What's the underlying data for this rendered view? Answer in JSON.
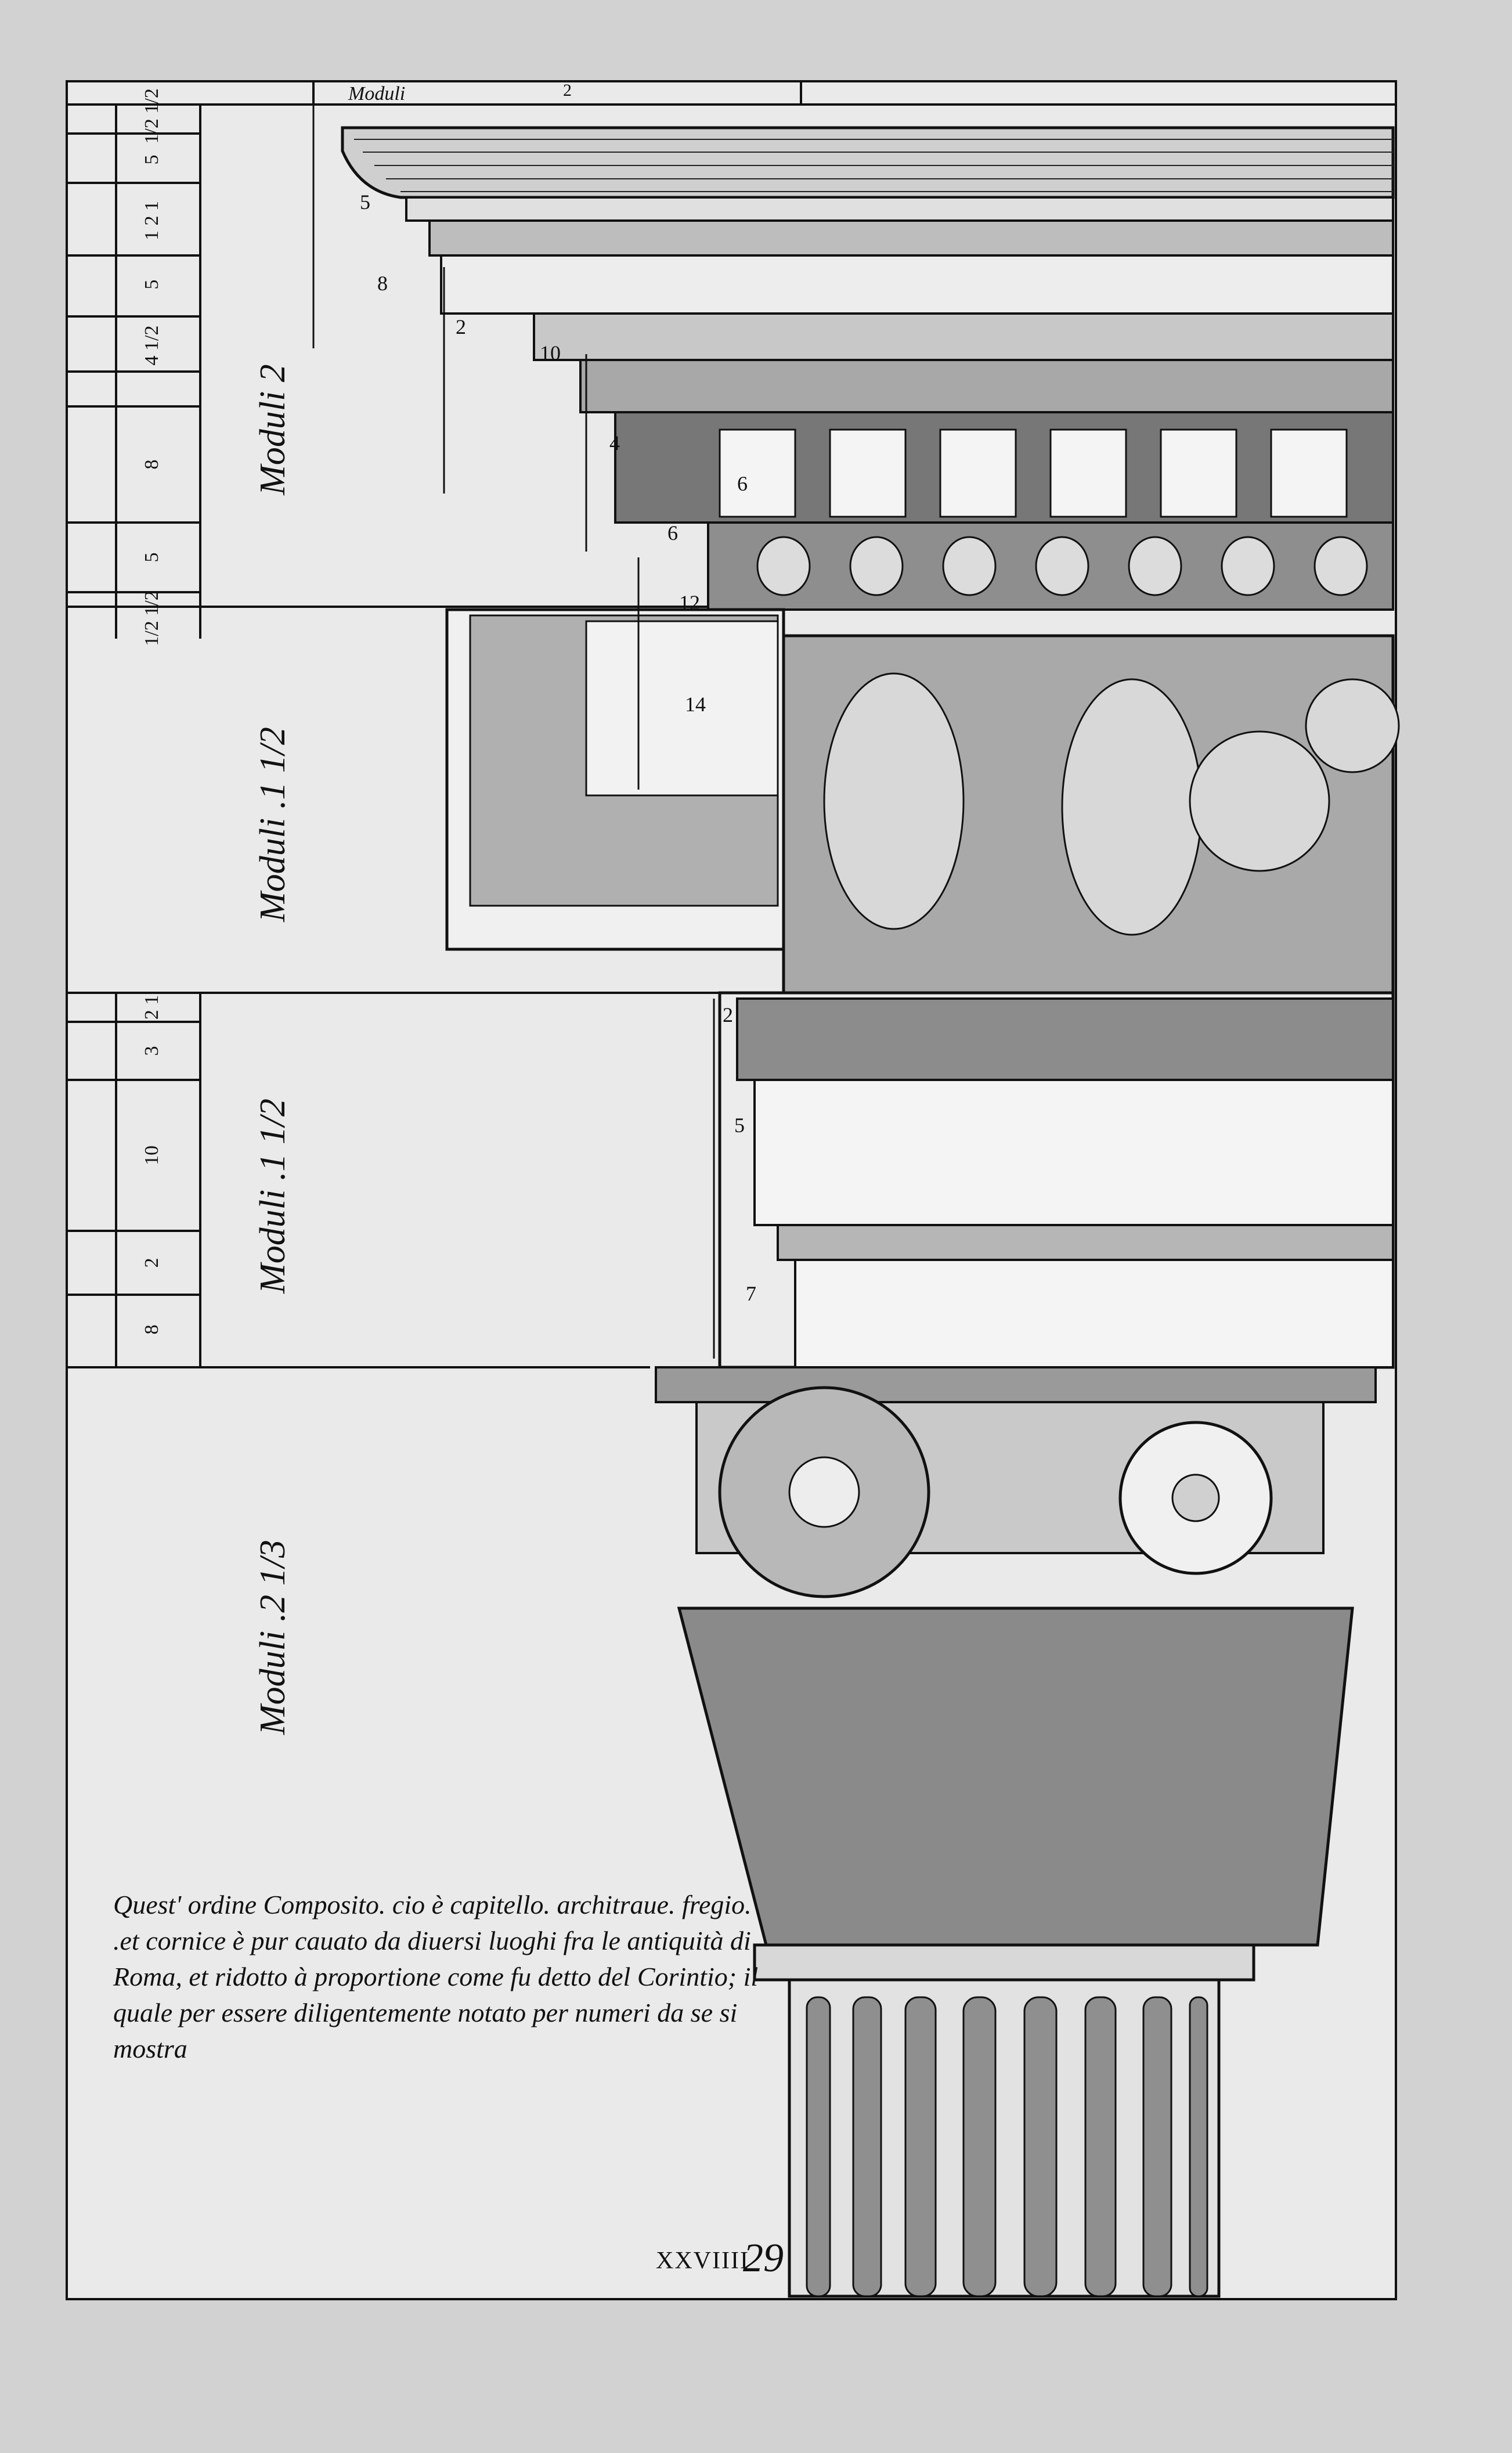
{
  "header_label": "Moduli",
  "header_number": "2",
  "scale": {
    "cornice": [
      "1/2 1/2",
      "5",
      "1 2 1",
      "5",
      "4 1/2",
      "8",
      "5",
      "1/2 1/2"
    ],
    "architrave": [
      "2 1",
      "3",
      "10",
      "2",
      "8"
    ]
  },
  "side_labels": {
    "cornice": "Moduli 2",
    "frieze": "Moduli .1 1/2",
    "architrave": "Moduli .1 1/2",
    "capital": "Moduli .2 1/3"
  },
  "measure_labels": [
    "5",
    "8",
    "2",
    "10",
    "4",
    "6",
    "6",
    "12",
    "14",
    "2",
    "5",
    "7"
  ],
  "caption": [
    "Quest' ordine Composito. cio è capitello. architraue. fregio.",
    ".et cornice è pur cauato da diuersi luoghi fra le antiquità di",
    "Roma, et ridotto à proportione come fu detto del Corintio; il",
    "quale per essere diligentemente notato per numeri da se si",
    "mostra"
  ],
  "plate_number": "XXVIIII",
  "page_number": "29"
}
